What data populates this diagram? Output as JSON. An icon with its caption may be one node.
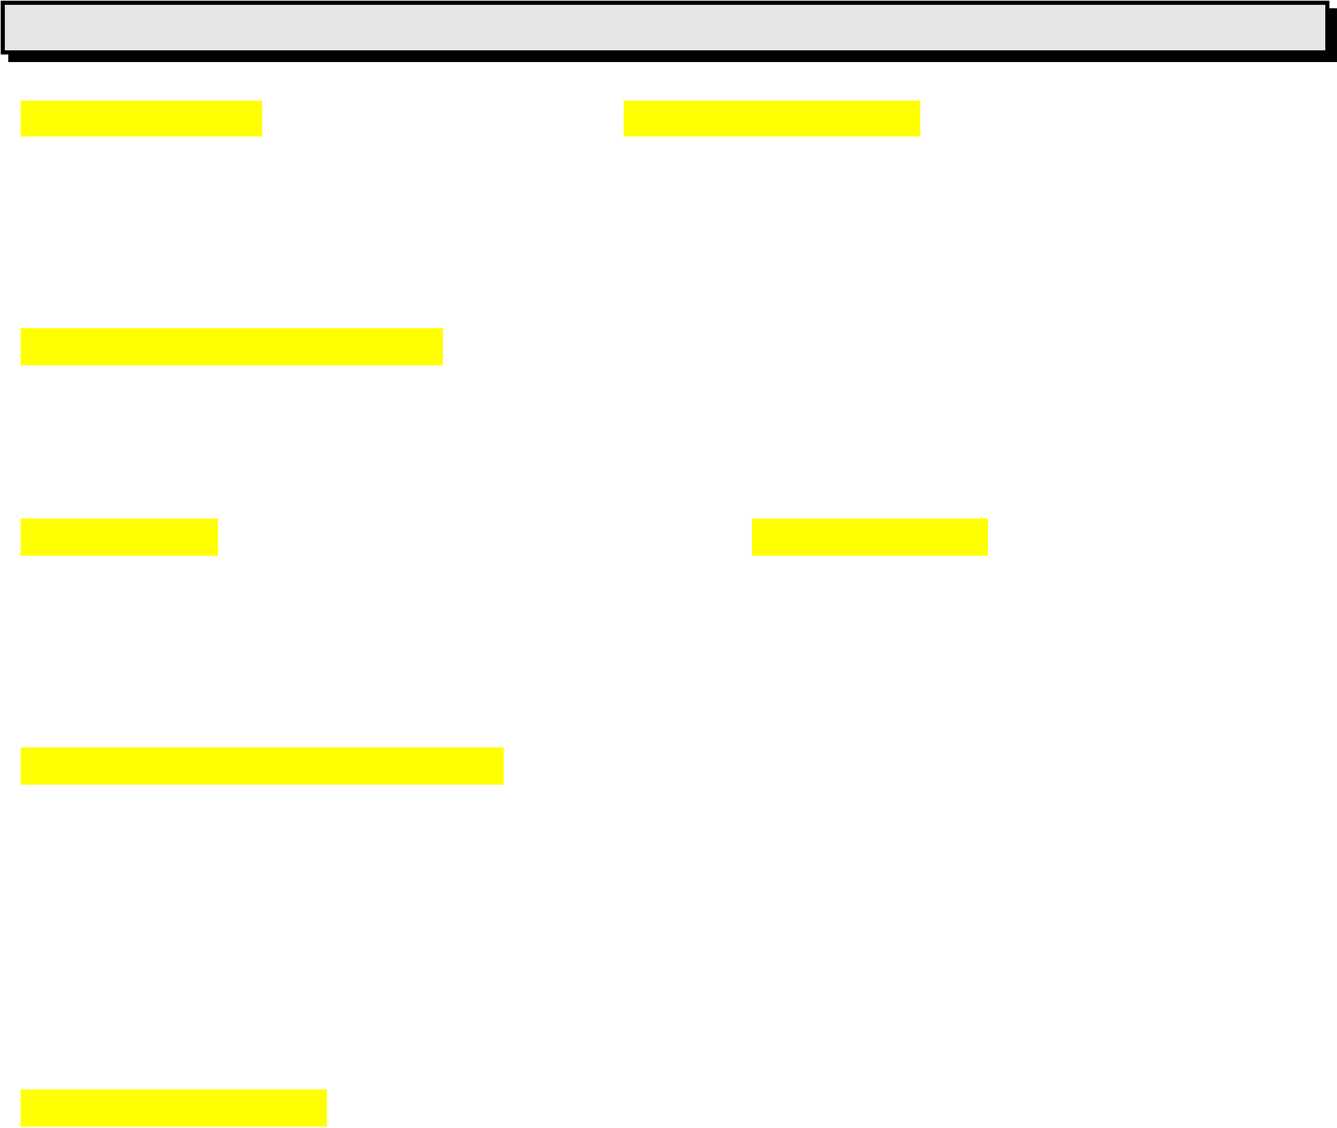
{
  "diagram": {
    "nodes": [
      {
        "text": [],
        "shape": "box"
      },
      {
        "text": [],
        "shape": "bar"
      },
      {
        "text": [],
        "shape": "bar"
      },
      {
        "text": [],
        "shape": "bar"
      },
      {
        "text": [],
        "shape": "bar"
      },
      {
        "text": [],
        "shape": "bar"
      },
      {
        "text": [],
        "shape": "bar"
      },
      {
        "text": [],
        "shape": "bar"
      }
    ]
  }
}
